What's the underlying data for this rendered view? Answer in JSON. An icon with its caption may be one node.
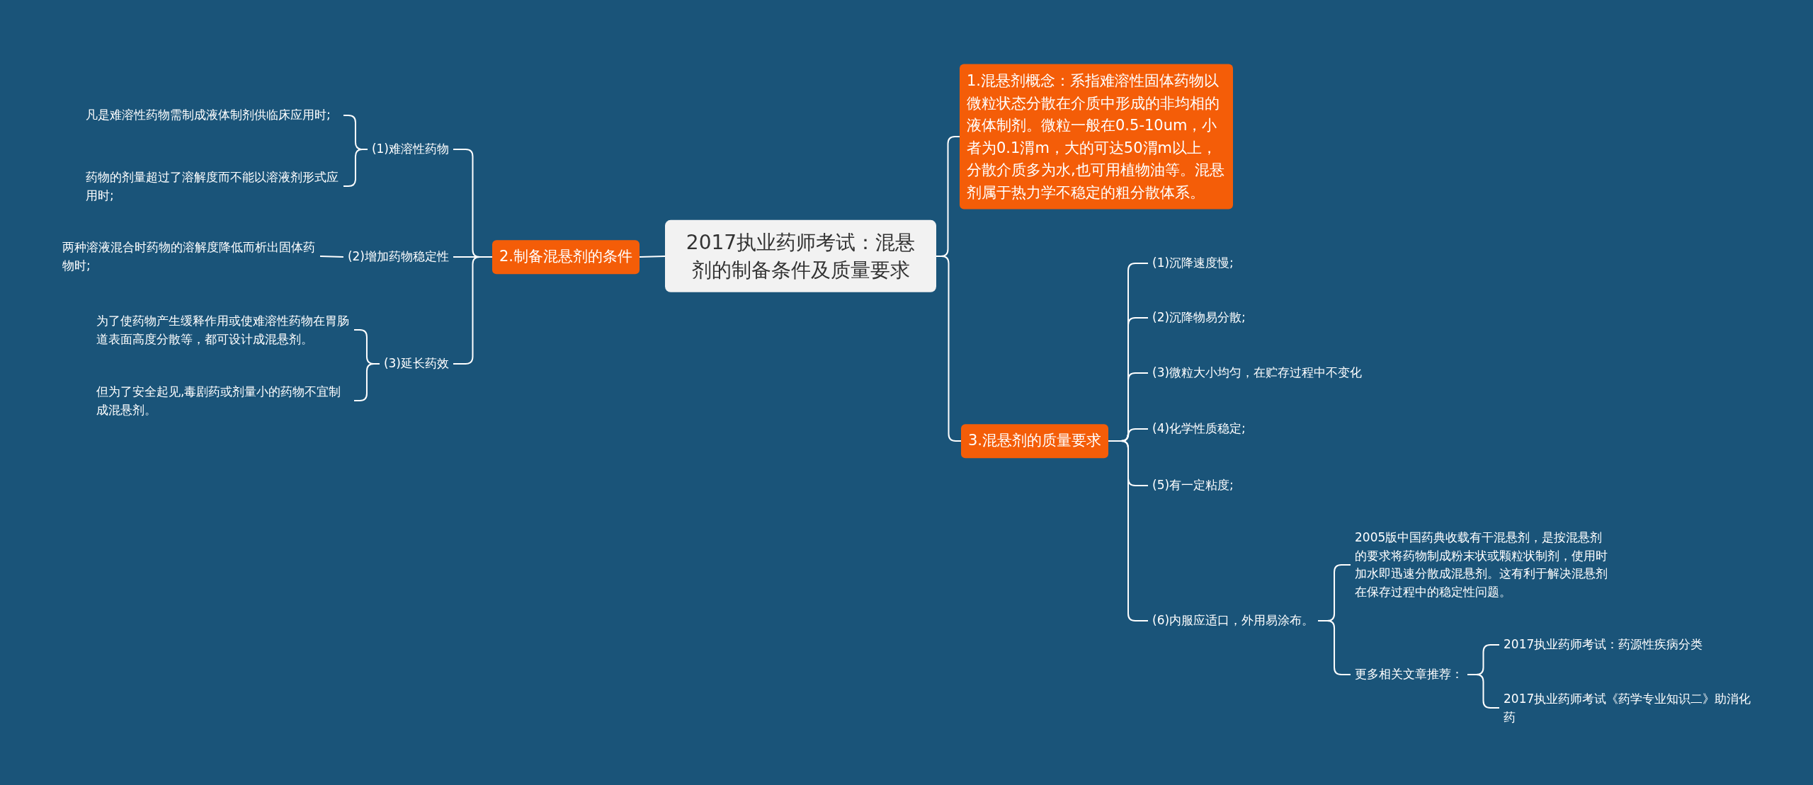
{
  "diagram": {
    "nodes": [
      {
        "text": [
          "2017执业药师考试：混悬剂的制备条件及质量要求"
        ]
      },
      {
        "text": [
          "1.混悬剂概念：系指难溶性固体药物以微粒状态分散在介质中形成的非均相的液体制剂。微粒一般在0.5-10um，小者为0.1渭m，大的可达50渭m以上，分散介质多为水,也可用植物油等。混悬剂属于热力学不稳定的粗分散体系。"
        ]
      },
      {
        "text": [
          "2.制备混悬剂的条件"
        ]
      },
      {
        "text": [
          "(1)难溶性药物"
        ]
      },
      {
        "text": [
          "凡是难溶性药物需制成液体制剂供临床应用时;"
        ]
      },
      {
        "text": [
          "药物的剂量超过了溶解度而不能以溶液剂形式应用时;"
        ]
      },
      {
        "text": [
          "(2)增加药物稳定性"
        ]
      },
      {
        "text": [
          "两种溶液混合时药物的溶解度降低而析出固体药物时;"
        ]
      },
      {
        "text": [
          "(3)延长药效"
        ]
      },
      {
        "text": [
          "为了使药物产生缓释作用或使难溶性药物在胃肠道表面高度分散等，都可设计成混悬剂。"
        ]
      },
      {
        "text": [
          "但为了安全起见,毒剧药或剂量小的药物不宜制成混悬剂。"
        ]
      },
      {
        "text": [
          "3.混悬剂的质量要求"
        ]
      },
      {
        "text": [
          "(1)沉降速度慢;"
        ]
      },
      {
        "text": [
          "(2)沉降物易分散;"
        ]
      },
      {
        "text": [
          "(3)微粒大小均匀，在贮存过程中不变化"
        ]
      },
      {
        "text": [
          "(4)化学性质稳定;"
        ]
      },
      {
        "text": [
          "(5)有一定粘度;"
        ]
      },
      {
        "text": [
          "(6)内服应适口，外用易涂布。"
        ]
      },
      {
        "text": [
          "2005版中国药典收载有干混悬剂，是按混悬剂的要求将药物制成粉末状或颗粒状制剂，使用时加水即迅速分散成混悬剂。这有利于解决混悬剂在保存过程中的稳定性问题。"
        ]
      },
      {
        "text": [
          "更多相关文章推荐："
        ]
      },
      {
        "text": [
          "2017执业药师考试：药源性疾病分类"
        ]
      },
      {
        "text": [
          "2017执业药师考试《药学专业知识二》助消化药"
        ]
      }
    ],
    "edges": [
      {
        "from": 0,
        "to": 1,
        "arrow": "none"
      },
      {
        "from": 0,
        "to": 2,
        "arrow": "none"
      },
      {
        "from": 0,
        "to": 11,
        "arrow": "none"
      },
      {
        "from": 2,
        "to": 3,
        "arrow": "none"
      },
      {
        "from": 3,
        "to": 4,
        "arrow": "none"
      },
      {
        "from": 3,
        "to": 5,
        "arrow": "none"
      },
      {
        "from": 2,
        "to": 6,
        "arrow": "none"
      },
      {
        "from": 6,
        "to": 7,
        "arrow": "none"
      },
      {
        "from": 2,
        "to": 8,
        "arrow": "none"
      },
      {
        "from": 8,
        "to": 9,
        "arrow": "none"
      },
      {
        "from": 8,
        "to": 10,
        "arrow": "none"
      },
      {
        "from": 11,
        "to": 12,
        "arrow": "none"
      },
      {
        "from": 11,
        "to": 13,
        "arrow": "none"
      },
      {
        "from": 11,
        "to": 14,
        "arrow": "none"
      },
      {
        "from": 11,
        "to": 15,
        "arrow": "none"
      },
      {
        "from": 11,
        "to": 16,
        "arrow": "none"
      },
      {
        "from": 11,
        "to": 17,
        "arrow": "none"
      },
      {
        "from": 17,
        "to": 18,
        "arrow": "none"
      },
      {
        "from": 17,
        "to": 19,
        "arrow": "none"
      },
      {
        "from": 19,
        "to": 20,
        "arrow": "none"
      },
      {
        "from": 19,
        "to": 21,
        "arrow": "none"
      }
    ]
  }
}
